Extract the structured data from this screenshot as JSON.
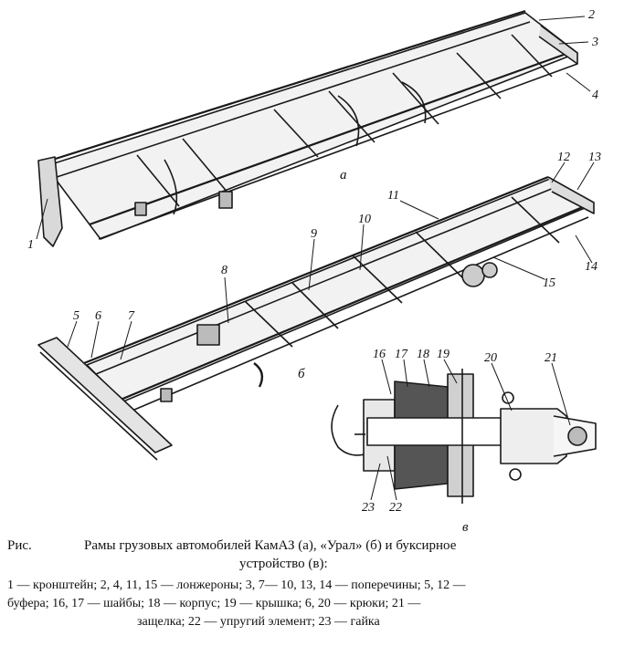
{
  "figure": {
    "sub_a": "а",
    "sub_b": "б",
    "sub_c": "в",
    "labels": {
      "n1": "1",
      "n2": "2",
      "n3": "3",
      "n4": "4",
      "n5": "5",
      "n6": "6",
      "n7": "7",
      "n8": "8",
      "n9": "9",
      "n10": "10",
      "n11": "11",
      "n12": "12",
      "n13": "13",
      "n14": "14",
      "n15": "15",
      "n16": "16",
      "n17": "17",
      "n18": "18",
      "n19": "19",
      "n20": "20",
      "n21": "21",
      "n22": "22",
      "n23": "23"
    }
  },
  "caption": {
    "prefix": "Рис.",
    "title_line1": "Рамы грузовых автомобилей КамАЗ (а), «Урал» (б) и буксирное",
    "title_line2": "устройство (в):",
    "legend_line1": "1 — кронштейн; 2, 4, 11, 15 — лонжероны; 3, 7— 10, 13, 14 — поперечины; 5, 12 —",
    "legend_line2": "буфера; 16, 17 — шайбы; 18 — корпус; 19 — крышка; 6, 20 — крюки; 21 —",
    "legend_line3": "защелка; 22 — упругий элемент; 23 — гайка"
  }
}
